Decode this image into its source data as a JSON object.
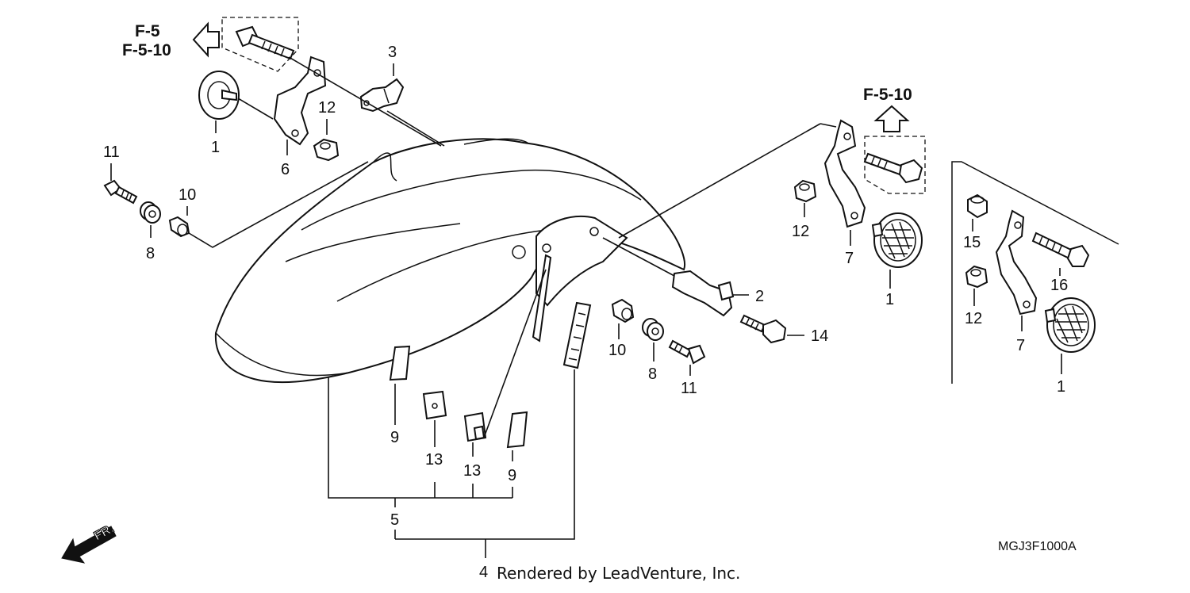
{
  "callouts": {
    "c1a": "1",
    "c1b": "1",
    "c1c": "1",
    "c2": "2",
    "c3": "3",
    "c4": "4",
    "c5": "5",
    "c6": "6",
    "c7a": "7",
    "c7b": "7",
    "c8a": "8",
    "c8b": "8",
    "c9a": "9",
    "c9b": "9",
    "c10a": "10",
    "c10b": "10",
    "c11a": "11",
    "c11b": "11",
    "c12a": "12",
    "c12b": "12",
    "c12c": "12",
    "c13a": "13",
    "c13b": "13",
    "c14": "14",
    "c15": "15",
    "c16": "16"
  },
  "refs": {
    "r1": "F-5",
    "r2": "F-5-10",
    "r3": "F-5-10"
  },
  "direction_label": "FR.",
  "diagram_code": "MGJ3F1000A",
  "credit": "Rendered by LeadVenture, Inc.",
  "icons": [
    "ref-arrow-left-icon",
    "ref-arrow-up-icon",
    "front-direction-arrow-icon"
  ]
}
